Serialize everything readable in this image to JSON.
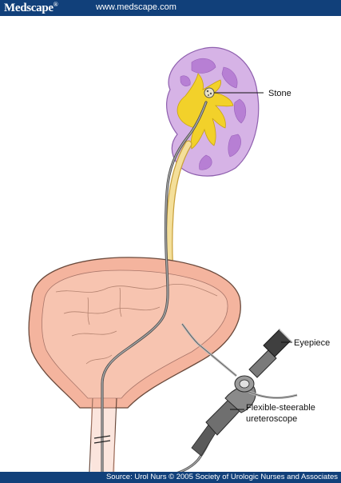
{
  "header": {
    "logo": "Medscape",
    "logo_mark": "®",
    "url": "www.medscape.com"
  },
  "labels": {
    "stone": "Stone",
    "eyepiece": "Eyepiece",
    "scope_line1": "Flexible-steerable",
    "scope_line2": "ureteroscope"
  },
  "footer": {
    "source": "Source: Urol Nurs © 2005 Society of Urologic Nurses and Associates"
  },
  "colors": {
    "header_bg": "#11407a",
    "kidney_cortex": "#d6b3e6",
    "kidney_medulla": "#b77fd4",
    "collecting_system": "#f2d12a",
    "bladder": "#f4b49e",
    "scope": "#6f6f6f"
  }
}
